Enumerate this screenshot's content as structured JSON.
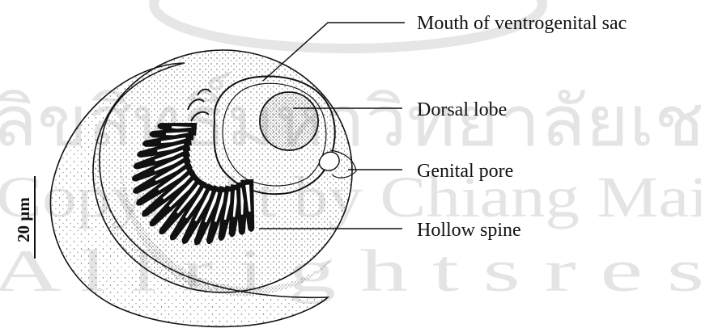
{
  "figure": {
    "labels": {
      "mouth": "Mouth of ventrogenital sac",
      "dorsal_lobe": "Dorsal lobe",
      "genital_pore": "Genital pore",
      "hollow_spine": "Hollow spine"
    },
    "scale_bar": {
      "label": "20 µm"
    }
  },
  "watermark": {
    "line1": "ลิขสิทธิ์มหาวิทยาลัยเช",
    "line2": "Copyright by Chiang Mai",
    "line3": "A l l r i g h t s r e s"
  },
  "colors": {
    "ink": "#111111",
    "stipple": "#555555",
    "watermark": "#e4e4e4"
  }
}
